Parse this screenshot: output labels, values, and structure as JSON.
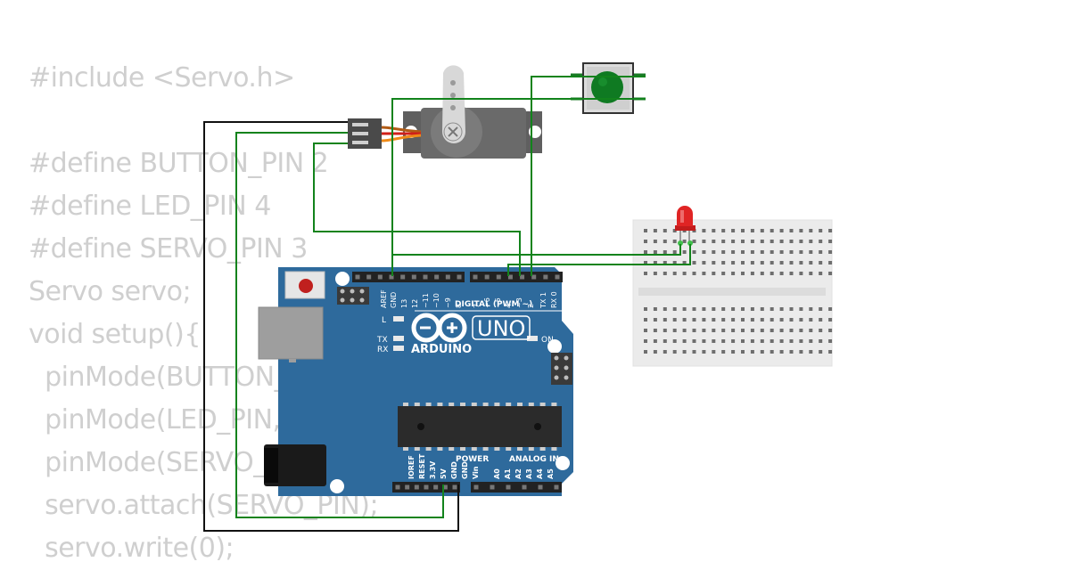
{
  "code_lines": [
    "#include <Servo.h>",
    "",
    "#define BUTTON_PIN 2",
    "#define LED_PIN 4",
    "#define SERVO_PIN 3",
    "Servo servo;",
    "void setup(){",
    "  pinMode(BUTTON_PIN, INPUT_PULLUP);",
    "  pinMode(LED_PIN, OUTPUT);",
    "  pinMode(SERVO_PIN, OUTPUT);",
    "  servo.attach(SERVO_PIN);",
    "  servo.write(0);"
  ],
  "arduino": {
    "brand": "ARDUINO",
    "model": "UNO",
    "digital_header_label": "DIGITAL (PWM ~)",
    "power_label": "POWER",
    "analog_label": "ANALOG IN",
    "led_l": "L",
    "led_tx": "TX",
    "led_rx": "RX",
    "led_on": "ON",
    "digital_pins": [
      "AREF",
      "GND",
      "13",
      "12",
      "~11",
      "~10",
      "~9",
      "8",
      "7",
      "~6",
      "~5",
      "4",
      "~3",
      "2",
      "TX 1",
      "RX 0"
    ],
    "power_pins": [
      "IOREF",
      "RESET",
      "3.3V",
      "5V",
      "GND",
      "GND",
      "Vin"
    ],
    "analog_pins": [
      "A0",
      "A1",
      "A2",
      "A3",
      "A4",
      "A5"
    ]
  },
  "colors": {
    "board": "#2e6a9c",
    "wire_green": "#12831c",
    "wire_black": "#111111",
    "code_text": "#cfcfcf",
    "breadboard": "#ebebeb",
    "button_cap": "#0f7a22",
    "led": "#e02424"
  }
}
